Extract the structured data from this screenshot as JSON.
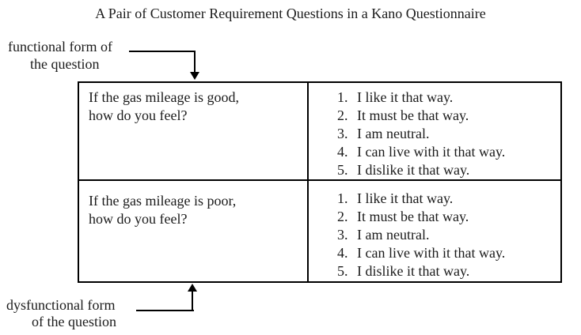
{
  "title": "A Pair of Customer Requirement Questions in a Kano Questionnaire",
  "labels": {
    "functional": {
      "line1": "functional form of",
      "line2": "the question"
    },
    "dysfunctional": {
      "line1": "dysfunctional form",
      "line2": "of the question"
    }
  },
  "table": {
    "rows": [
      {
        "question": {
          "line1": "If the gas mileage is good,",
          "line2": "how do you feel?"
        },
        "options": [
          {
            "num": "1.",
            "text": "I like it that way."
          },
          {
            "num": "2.",
            "text": "It must be that way."
          },
          {
            "num": "3.",
            "text": "I am neutral."
          },
          {
            "num": "4.",
            "text": "I can live with it that way."
          },
          {
            "num": "5.",
            "text": "I dislike it that way."
          }
        ]
      },
      {
        "question": {
          "line1": "If the gas mileage is poor,",
          "line2": "how do you feel?"
        },
        "options": [
          {
            "num": "1.",
            "text": "I like it that way."
          },
          {
            "num": "2.",
            "text": "It must be that way."
          },
          {
            "num": "3.",
            "text": "I am neutral."
          },
          {
            "num": "4.",
            "text": "I can live with it that way."
          },
          {
            "num": "5.",
            "text": "I dislike it that way."
          }
        ]
      }
    ]
  },
  "colors": {
    "text": "#1b1b1b",
    "line": "#000000",
    "background": "#ffffff"
  }
}
